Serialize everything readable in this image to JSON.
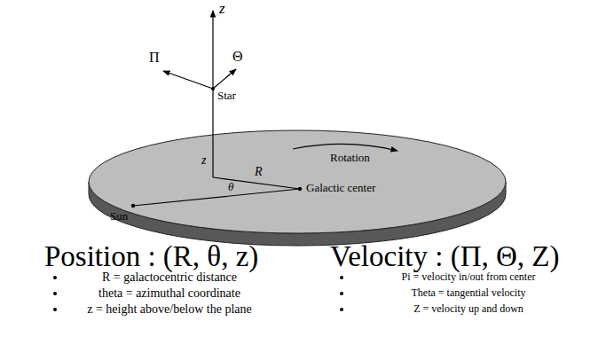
{
  "diagram": {
    "labels": [
      "z",
      "Π",
      "Θ",
      "Star",
      "Rotation",
      "z",
      "R",
      "θ",
      "Sun",
      "Galactic center",
      "Position : (R, θ, z)",
      "Velocity : (Π, Θ, Z)",
      "R = galactocentric distance",
      "theta = azimuthal coordinate",
      "z = height above/below the plane",
      "Pi = velocity in/out from center",
      "Theta = tangential velocity",
      "Z = velocity up and down"
    ]
  }
}
